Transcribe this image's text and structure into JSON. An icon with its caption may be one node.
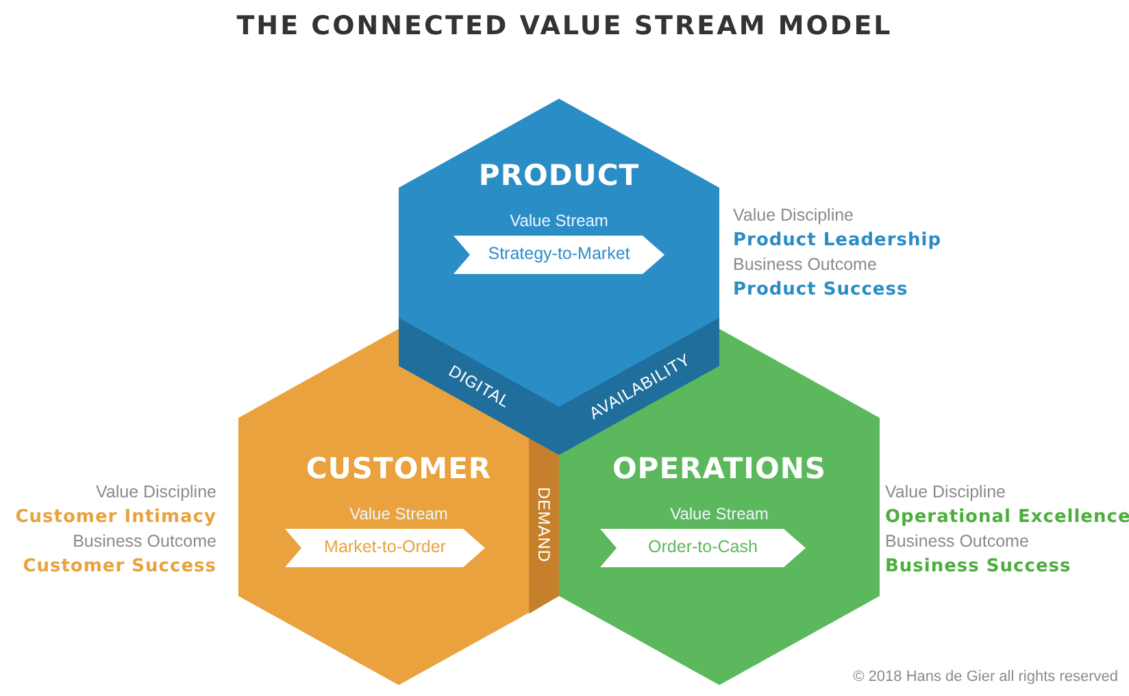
{
  "diagram": {
    "title": "THE CONNECTED VALUE STREAM MODEL",
    "nodes": [
      {
        "text": [
          "PRODUCT",
          "Value Stream"
        ],
        "beside": [
          "Value Discipline",
          "Product Leadership",
          "Business Outcome",
          "Product Success"
        ]
      },
      {
        "text": [
          "Strategy-to-Market"
        ],
        "in": 0
      },
      {
        "text": [
          "DIGITAL"
        ],
        "in": 0
      },
      {
        "text": [
          "AVAILABILITY"
        ],
        "in": 0
      },
      {
        "text": [
          "CUSTOMER",
          "Value Stream"
        ],
        "beside": [
          "Value Discipline",
          "Customer Intimacy",
          "Business Outcome",
          "Customer Success"
        ]
      },
      {
        "text": [
          "Market-to-Order"
        ],
        "in": 4
      },
      {
        "text": [
          "DEMAND"
        ],
        "in": 4
      },
      {
        "text": [
          "OPERATIONS",
          "Value Stream"
        ],
        "beside": [
          "Value Discipline",
          "Operational Excellence",
          "Business Outcome",
          "Business Success"
        ]
      },
      {
        "text": [
          "Order-to-Cash"
        ],
        "in": 7
      }
    ],
    "edges": [],
    "labels": [
      "© 2018 Hans de Gier all rights reserved"
    ]
  }
}
